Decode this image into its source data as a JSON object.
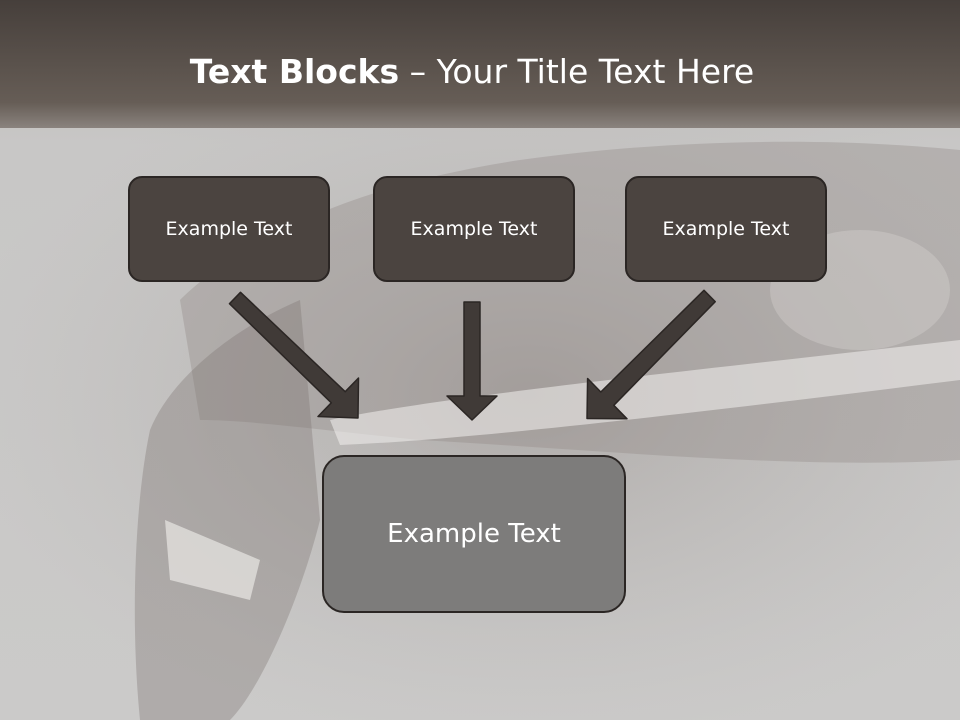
{
  "title": {
    "bold": "Text Blocks",
    "rest": " – Your Title Text Here"
  },
  "blocks": [
    {
      "label": "Example Text"
    },
    {
      "label": "Example Text"
    },
    {
      "label": "Example Text"
    }
  ],
  "result": {
    "label": "Example Text"
  },
  "colors": {
    "header": "#4e4844",
    "box_dark": "#4b4440",
    "box_result": "#7d7c7b",
    "arrow": "#403a37",
    "text": "#ffffff"
  }
}
